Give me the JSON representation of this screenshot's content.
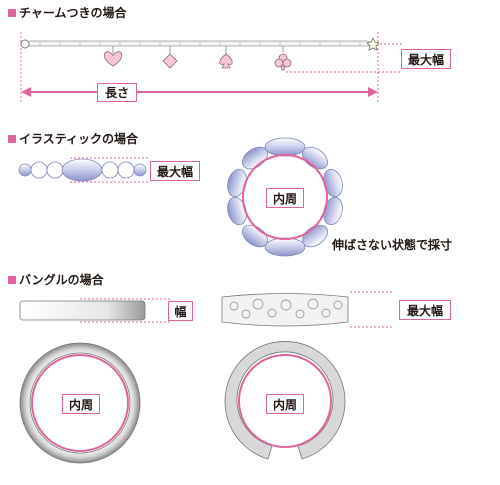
{
  "sections": {
    "charm": {
      "title": "チャームつきの場合",
      "max_width_label": "最大幅",
      "length_label": "長さ"
    },
    "elastic": {
      "title": "イラスティックの場合",
      "max_width_label": "最大幅",
      "inner_label": "内周",
      "note": "伸ばさない状態で採寸"
    },
    "bangle": {
      "title": "バングルの場合",
      "width_label": "幅",
      "max_width_label": "最大幅",
      "inner_label_1": "内周",
      "inner_label_2": "内周"
    }
  },
  "colors": {
    "accent": "#e0649c",
    "bead": "#c8cdea",
    "gray": "#b4b4b4"
  }
}
